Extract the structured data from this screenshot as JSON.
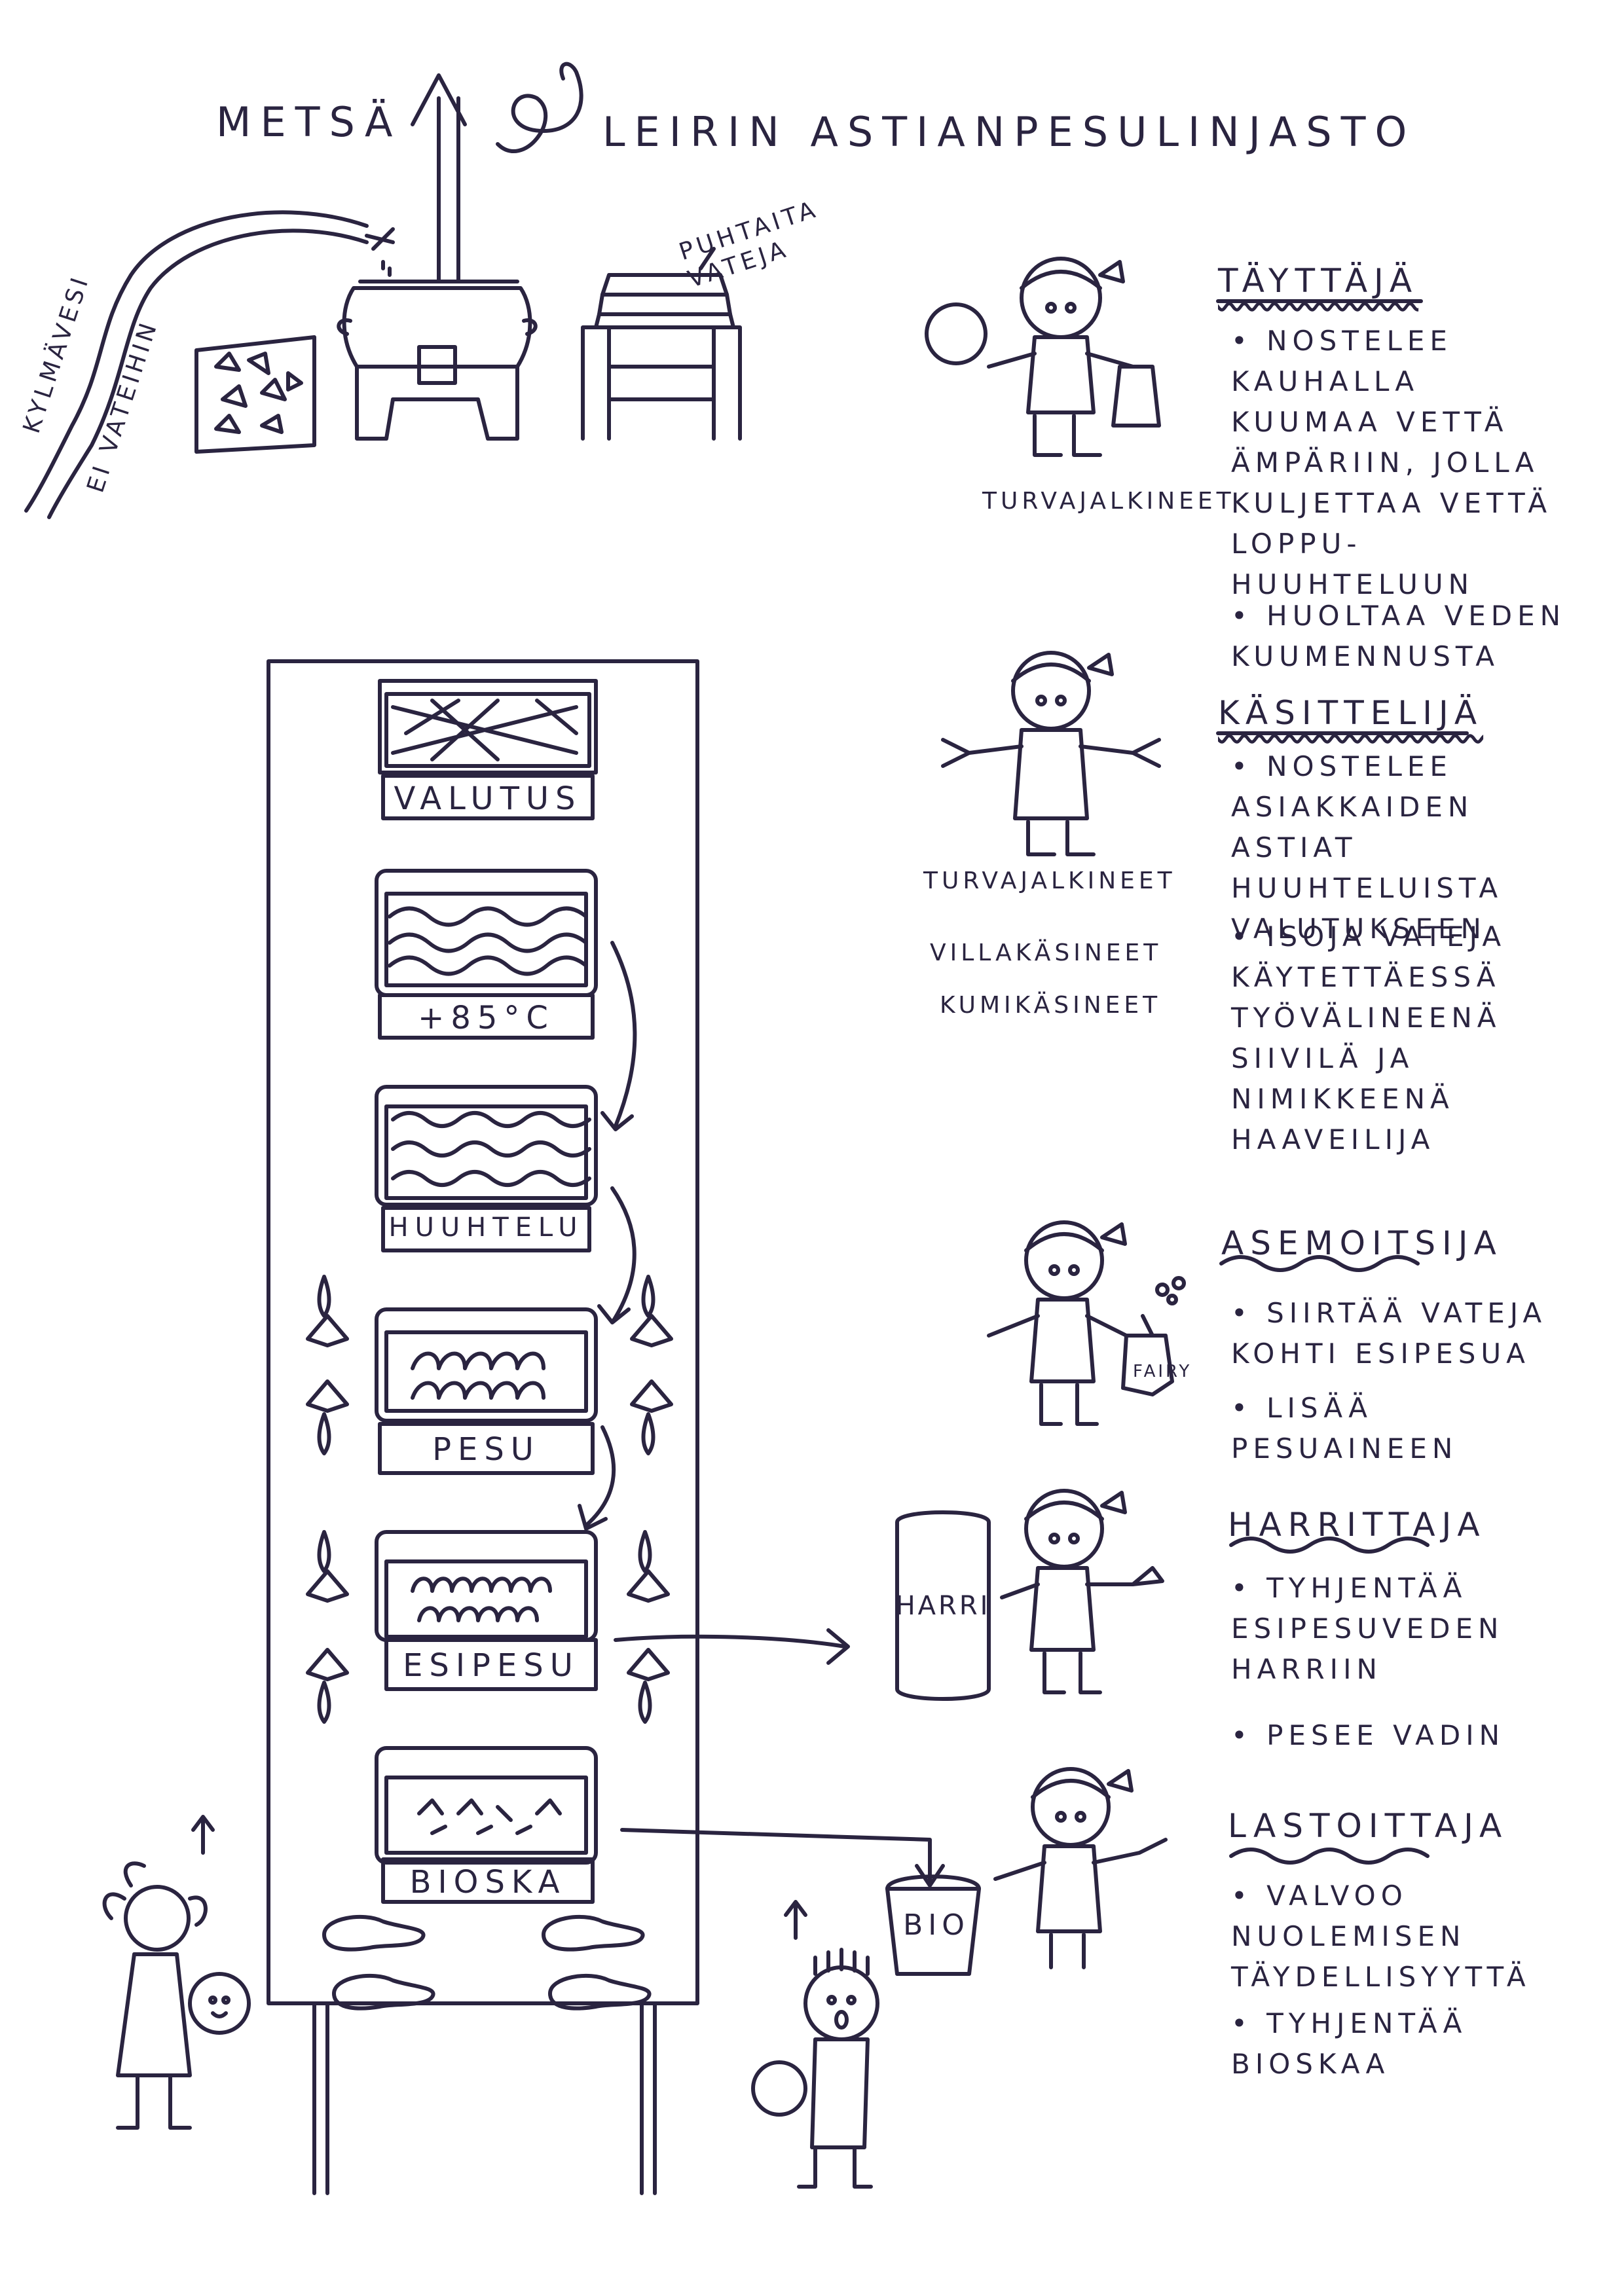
{
  "title": {
    "metsa": "METSÄ",
    "main": "LEIRIN ASTIANPESULINJASTO"
  },
  "top_labels": {
    "puhtaita_vateja": "PUHTAITA VATEJA",
    "kylmavesi": "KYLMÄVESI",
    "ei_vateihin": "EI VATEIHIN"
  },
  "stations": [
    {
      "label": "VALUTUS"
    },
    {
      "label": "+85°C"
    },
    {
      "label": "HUUHTELU"
    },
    {
      "label": "PESU"
    },
    {
      "label": "ESIPESU"
    },
    {
      "label": "BIOSKA"
    }
  ],
  "containers": {
    "harri": "HARRI",
    "bio": "BIO",
    "fairy": "FAIRY"
  },
  "roles": [
    {
      "name": "TÄYTTÄJÄ",
      "bullets": [
        "NOSTELEE KAUHALLA KUUMAA VETTÄ ÄMPÄRIIN, JOLLA KULJETTAA VETTÄ LOPPU-HUUHTELUUN",
        "HUOLTAA VEDEN KUUMENNUSTA"
      ],
      "equipment": [
        "TURVAJALKINEET"
      ]
    },
    {
      "name": "KÄSITTELIJÄ",
      "bullets": [
        "NOSTELEE ASIAKKAIDEN ASTIAT HUUHTELUISTA VALUTUKSEEN",
        "ISOJA VATEJA KÄYTETTÄESSÄ TYÖVÄLINEENÄ SIIVILÄ JA NIMIKKEENÄ HAAVEILIJA"
      ],
      "equipment": [
        "TURVAJALKINEET",
        "VILLAKÄSINEET",
        "KUMIKÄSINEET"
      ]
    },
    {
      "name": "ASEMOITSIJA",
      "bullets": [
        "SIIRTÄÄ VATEJA KOHTI ESIPESUA",
        "LISÄÄ PESUAINEEN"
      ],
      "equipment": []
    },
    {
      "name": "HARRITTAJA",
      "bullets": [
        "TYHJENTÄÄ ESIPESUVEDEN HARRIIN",
        "PESEE VADIN"
      ],
      "equipment": []
    },
    {
      "name": "LASTOITTAJA",
      "bullets": [
        "VALVOO NUOLEMISEN TÄYDELLISYYTTÄ",
        "TYHJENTÄÄ BIOSKAA"
      ],
      "equipment": []
    }
  ],
  "colors": {
    "ink": "#2a2440",
    "paper": "#ffffff"
  }
}
